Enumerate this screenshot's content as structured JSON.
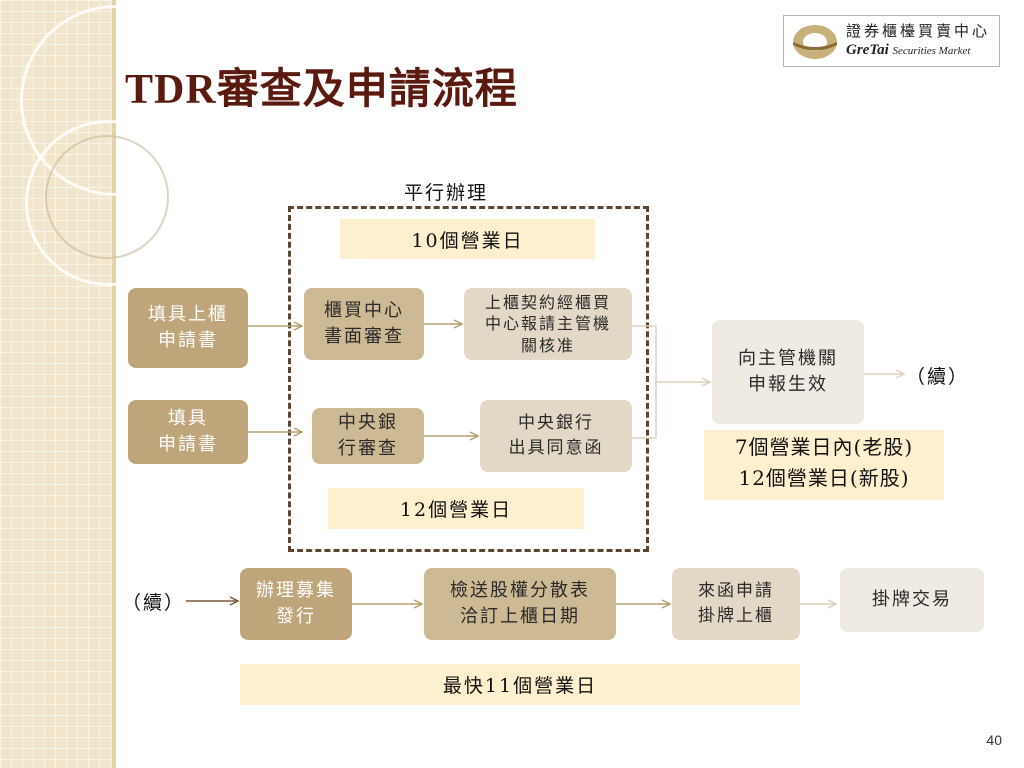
{
  "slide": {
    "title_latin": "TDR",
    "title_cjk": "審查及申請流程",
    "page_number": "40"
  },
  "logo": {
    "name_zh": "證券櫃檯買賣中心",
    "name_en_brand": "GreTai",
    "name_en_rest": "Securities Market"
  },
  "diagram": {
    "parallel_label": "平行辦理",
    "days_top": "10個營業日",
    "days_mid": "12個營業日",
    "days_right_line1": "7個營業日內(老股)",
    "days_right_line2": "12個營業日(新股)",
    "days_bottom": "最快11個營業日",
    "cont_right": "（續）",
    "cont_left": "（續）",
    "nodes": {
      "fill_otc_app": [
        "填具上櫃",
        "申請書"
      ],
      "fill_app": [
        "填具",
        "申請書"
      ],
      "otc_review": [
        "櫃買中心",
        "書面審查"
      ],
      "otc_report": [
        "上櫃契約經櫃買",
        "中心報請主管機",
        "關核准"
      ],
      "cb_review": [
        "中央銀",
        "行審查"
      ],
      "cb_consent": [
        "中央銀行",
        "出具同意函"
      ],
      "file_effective": [
        "向主管機關",
        "申報生效"
      ],
      "offering": [
        "辦理募集",
        "發行"
      ],
      "equity_dispersion": [
        "檢送股權分散表",
        "洽訂上櫃日期"
      ],
      "apply_listing": [
        "來函申請",
        "掛牌上櫃"
      ],
      "trading": [
        "掛牌交易"
      ]
    }
  }
}
